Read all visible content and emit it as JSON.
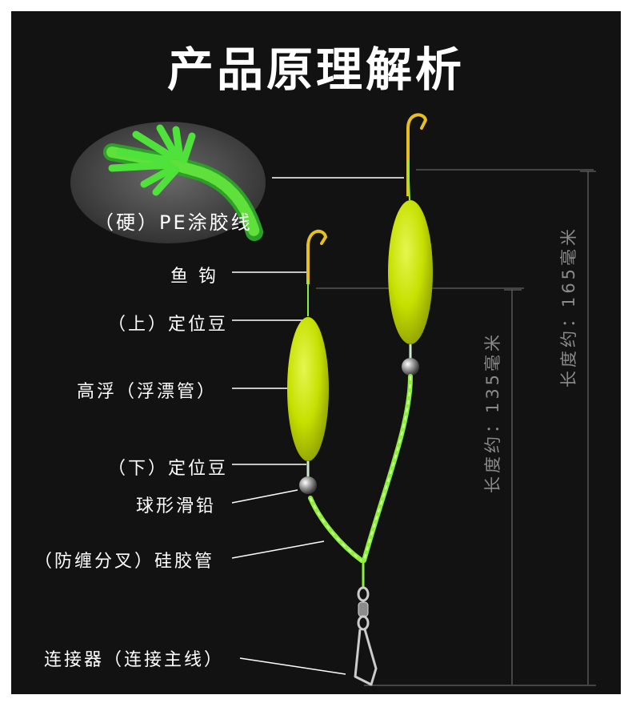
{
  "title": "产品原理解析",
  "inset": {
    "label": "（硬）PE涂胶线"
  },
  "labels": {
    "hook": "鱼 钩",
    "upper_bead": "（上）定位豆",
    "float": "高浮（浮漂管）",
    "lower_bead": "（下）定位豆",
    "sinker": "球形滑铅",
    "silicone_tube": "（防缠分叉）硅胶管",
    "connector": "连接器（连接主线）"
  },
  "dimensions": {
    "short": "长度约：135毫米",
    "long": "长度约：165毫米"
  },
  "colors": {
    "background": "#121212",
    "float": "#c6e000",
    "line_green": "#8ef03a",
    "hook_gold": "#e5c020",
    "dimension_gray": "#8a8a8a"
  }
}
